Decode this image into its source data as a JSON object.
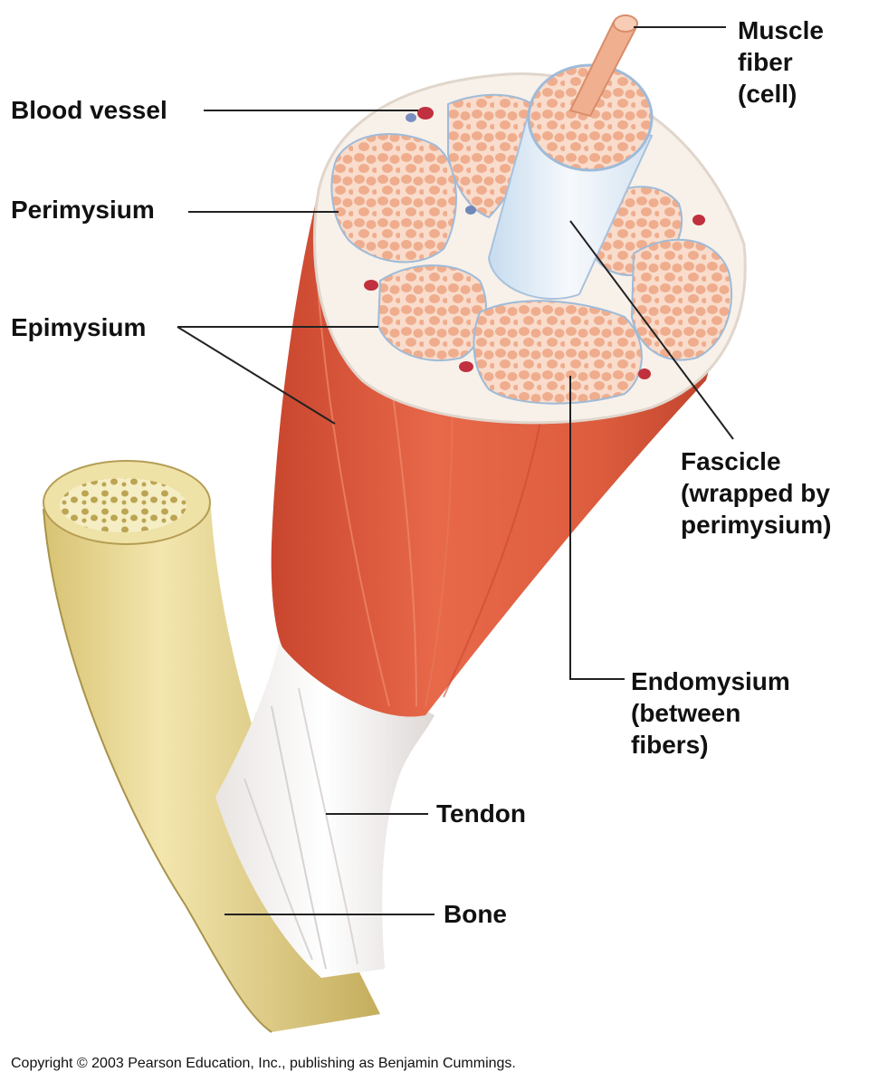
{
  "labels": {
    "muscle_fiber": [
      "Muscle",
      "fiber",
      "(cell)"
    ],
    "blood_vessel": "Blood vessel",
    "perimysium": "Perimysium",
    "epimysium": "Epimysium",
    "fascicle": [
      "Fascicle",
      "(wrapped by",
      "perimysium)"
    ],
    "endomysium": [
      "Endomysium",
      "(between",
      "fibers)"
    ],
    "tendon": "Tendon",
    "bone": "Bone"
  },
  "copyright": "Copyright © 2003 Pearson Education, Inc., publishing as Benjamin Cummings.",
  "colors": {
    "muscle": "#d9583a",
    "muscle_dark": "#b8402a",
    "connective_tissue": "#f7f1ea",
    "fascicle_fill": "#f6d3bd",
    "fiber_dot": "#eea98a",
    "tendon": "#f4f1ef",
    "bone": "#e6d48c",
    "bone_dark": "#c9b465",
    "blood_vessel": "#c0303e",
    "leader_line": "#222222"
  }
}
